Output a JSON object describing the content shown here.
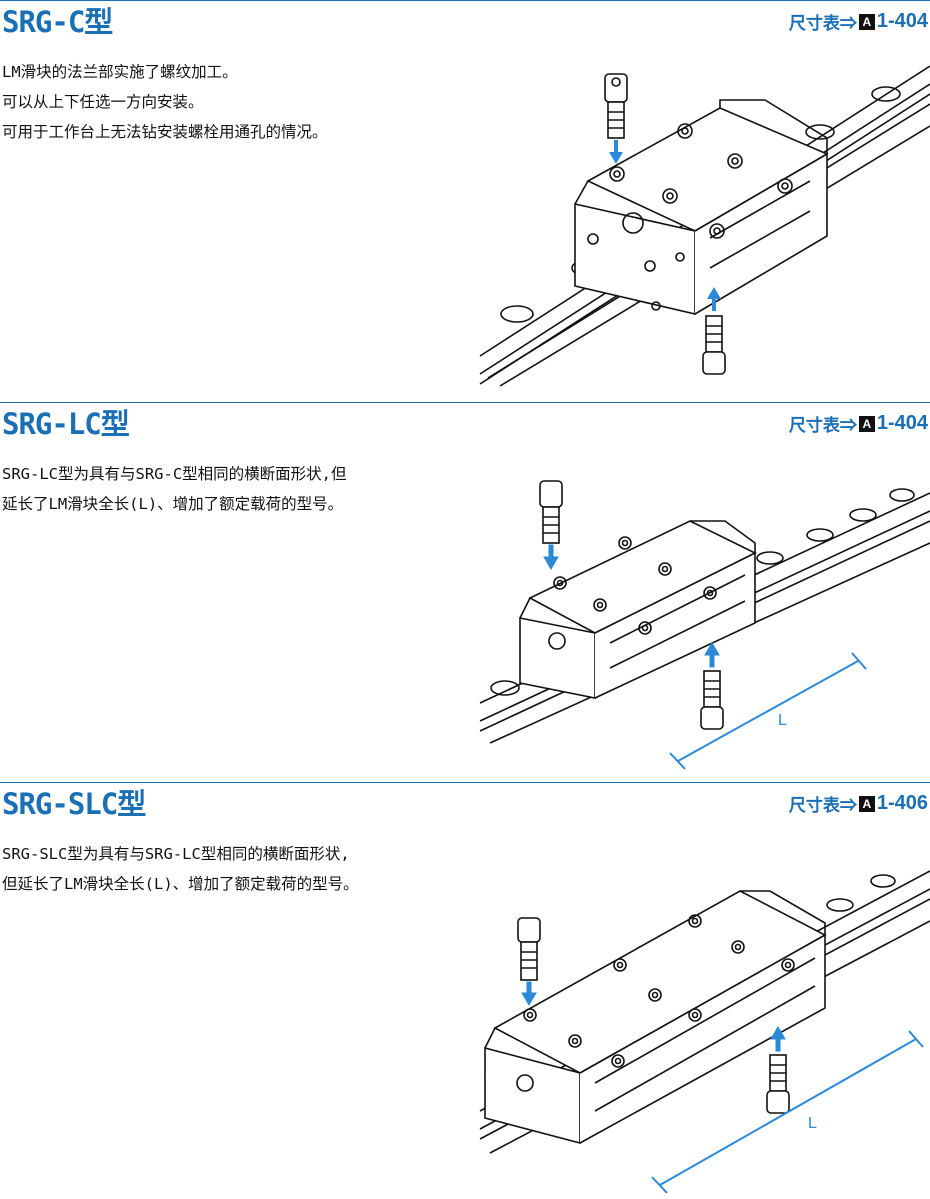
{
  "sections": [
    {
      "title": "SRG-C型",
      "ref_label": "尺寸表⇒",
      "ref_badge": "A",
      "ref_number": "1-404",
      "lines": [
        "LM滑块的法兰部实施了螺纹加工。",
        "可以从上下任选一方向安装。",
        "可用于工作台上无法钻安装螺栓用通孔的情况。"
      ]
    },
    {
      "title": "SRG-LC型",
      "ref_label": "尺寸表⇒",
      "ref_badge": "A",
      "ref_number": "1-404",
      "lines": [
        "SRG-LC型为具有与SRG-C型相同的横断面形状,但",
        "延长了LM滑块全长(L)、增加了额定载荷的型号。"
      ],
      "dimension_label": "L"
    },
    {
      "title": "SRG-SLC型",
      "ref_label": "尺寸表⇒",
      "ref_badge": "A",
      "ref_number": "1-406",
      "lines": [
        "SRG-SLC型为具有与SRG-LC型相同的横断面形状,",
        "但延长了LM滑块全长(L)、增加了额定载荷的型号。"
      ],
      "dimension_label": "L"
    }
  ],
  "colors": {
    "accent": "#1a6fb5",
    "arrow": "#2a8ad8",
    "line": "#111111"
  },
  "icons": [
    "mounting-bolt-icon",
    "arrow-icon"
  ]
}
